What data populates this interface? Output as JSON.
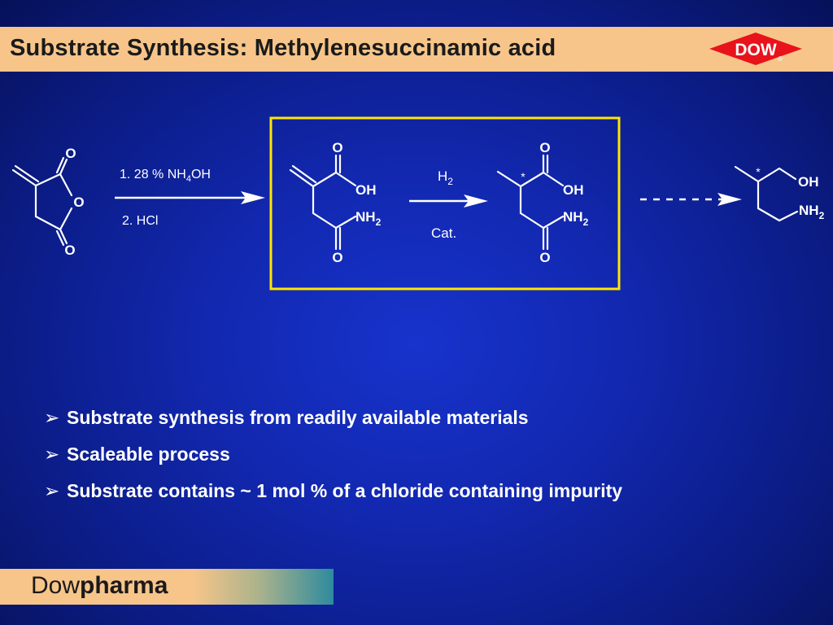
{
  "header": {
    "title": "Substrate Synthesis: Methylenesuccinamic acid",
    "logo_text": "DOW",
    "logo_mark": "®"
  },
  "scheme": {
    "step1": {
      "reagent1_prefix": "1.  28 % NH",
      "reagent1_sub": "4",
      "reagent1_suffix": "OH",
      "reagent2": "2.  HCl"
    },
    "step2": {
      "reagent_top": "H",
      "reagent_top_sub": "2",
      "reagent_bottom": "Cat."
    },
    "anhydride": {
      "o_top": "O",
      "o_ring": "O",
      "o_bottom": "O"
    },
    "methylenesuccinamic": {
      "o_top": "O",
      "oh": "OH",
      "nh2": "NH",
      "nh2_sub": "2",
      "o_bottom": "O"
    },
    "methylsuccinamic": {
      "o_top": "O",
      "star": "*",
      "oh": "OH",
      "nh2": "NH",
      "nh2_sub": "2",
      "o_bottom": "O"
    },
    "aminoalcohol": {
      "star": "*",
      "oh": "OH",
      "nh2": "NH",
      "nh2_sub": "2"
    }
  },
  "bullets": [
    {
      "marker": "➢",
      "text": "Substrate synthesis from readily available materials"
    },
    {
      "marker": "➢",
      "text": "Scaleable process"
    },
    {
      "marker": "➢",
      "text": "Substrate contains ~ 1 mol % of a chloride containing impurity"
    }
  ],
  "footer": {
    "brand_regular": "Dow",
    "brand_bold": "pharma"
  },
  "colors": {
    "title_bar": "#f7c58a",
    "highlight_box": "#ffe600",
    "logo_red": "#e8131b",
    "background": "#1228b0"
  }
}
